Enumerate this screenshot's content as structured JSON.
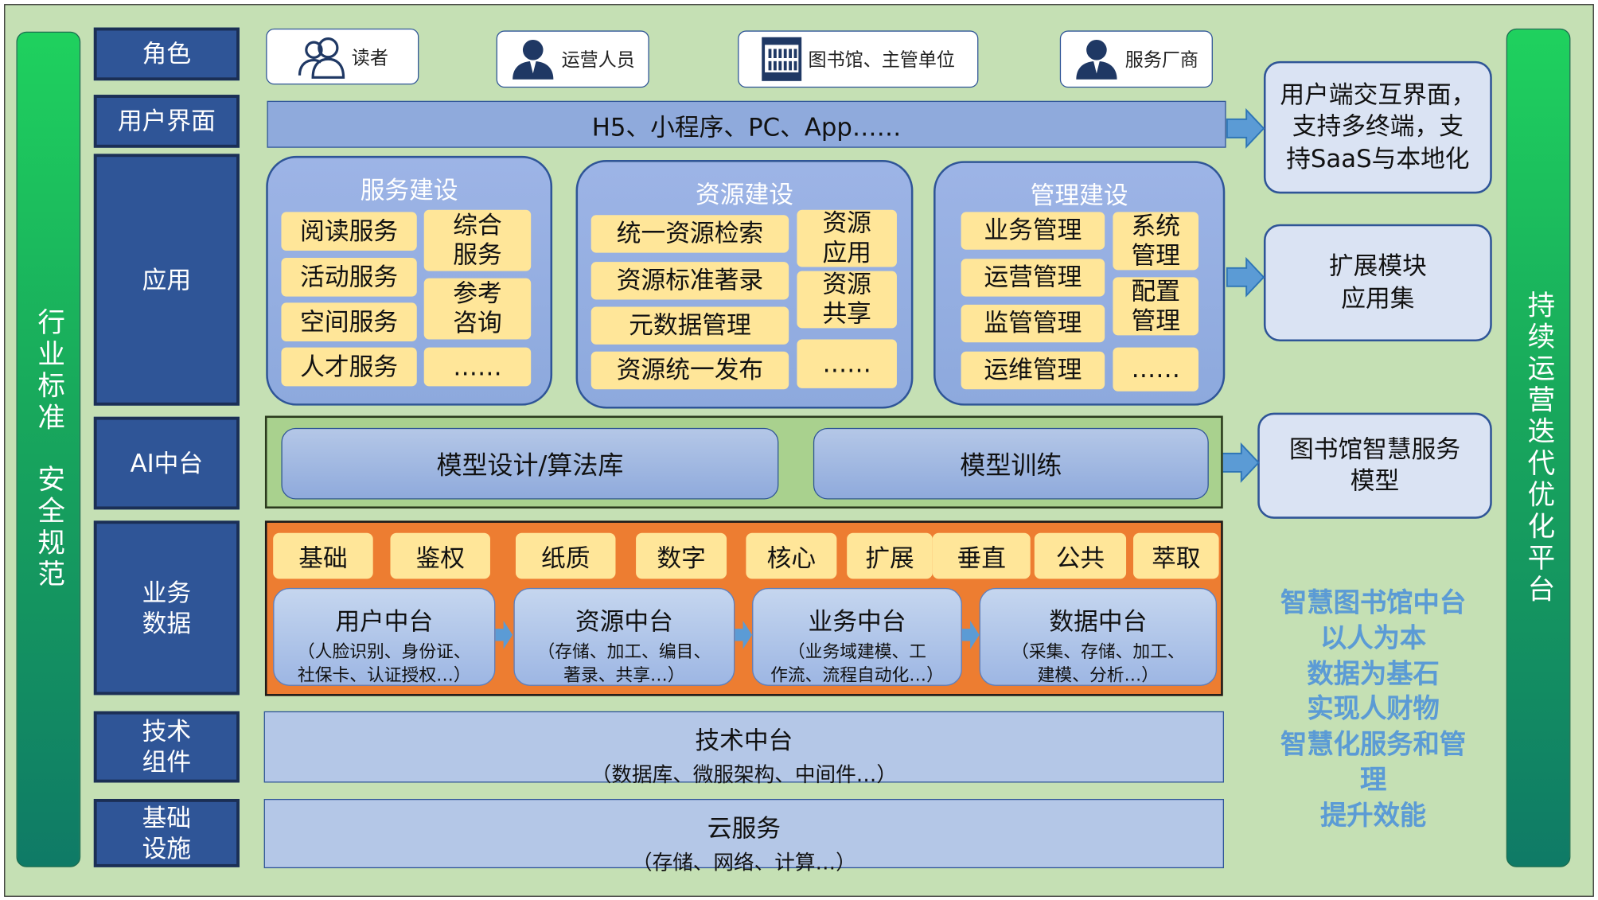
{
  "left_bar": {
    "line1": "行业标准",
    "line2": "安全规范"
  },
  "right_bar": {
    "text": "持续运营迭代优化平台"
  },
  "layers": {
    "role": "角色",
    "ui": "用户界面",
    "app": "应用",
    "ai": "AI中台",
    "biz": "业务\n数据",
    "tech": "技术\n组件",
    "infra": "基础\n设施"
  },
  "roles": [
    {
      "label": "读者",
      "icon": "group-user-icon"
    },
    {
      "label": "运营人员",
      "icon": "user-icon"
    },
    {
      "label": "图书馆、主管单位",
      "icon": "library-building-icon"
    },
    {
      "label": "服务厂商",
      "icon": "user-icon"
    }
  ],
  "ui_bar": {
    "text": "H5、小程序、PC、App……"
  },
  "side": {
    "ui_desc": "用户端交互界面，\n支持多终端，支\n持SaaS与本地化",
    "ext": "扩展模块\n应用集",
    "ai_model": "图书馆智慧服务\n模型"
  },
  "apps": {
    "service": {
      "title": "服务建设",
      "left": [
        "阅读服务",
        "活动服务",
        "空间服务",
        "人才服务"
      ],
      "right": [
        "综合\n服务",
        "参考\n咨询",
        "……"
      ]
    },
    "resource": {
      "title": "资源建设",
      "left": [
        "统一资源检索",
        "资源标准著录",
        "元数据管理",
        "资源统一发布"
      ],
      "right": [
        "资源\n应用",
        "资源\n共享",
        "……"
      ]
    },
    "manage": {
      "title": "管理建设",
      "left": [
        "业务管理",
        "运营管理",
        "监管管理",
        "运维管理"
      ],
      "right": [
        "系统\n管理",
        "配置\n管理",
        "……"
      ]
    }
  },
  "ai": {
    "box1": "模型设计/算法库",
    "box2": "模型训练"
  },
  "biz": {
    "tags": [
      "基础",
      "鉴权",
      "纸质",
      "数字",
      "核心",
      "扩展",
      "垂直",
      "公共",
      "萃取"
    ],
    "platforms": [
      {
        "title": "用户中台",
        "desc": "（人脸识别、身份证、\n社保卡、认证授权…）"
      },
      {
        "title": "资源中台",
        "desc": "（存储、加工、编目、\n著录、共享…）"
      },
      {
        "title": "业务中台",
        "desc": "（业务域建模、工\n作流、流程自动化…）"
      },
      {
        "title": "数据中台",
        "desc": "（采集、存储、加工、\n建模、分析…）"
      }
    ]
  },
  "tech": {
    "title": "技术中台",
    "desc": "（数据库、微服架构、中间件…）"
  },
  "infra": {
    "title": "云服务",
    "desc": "（存储、网络、计算…）"
  },
  "slogan": [
    "智慧图书馆中台",
    "以人为本",
    "数据为基石",
    "实现人财物",
    "智慧化服务和管",
    "理",
    "提升效能"
  ],
  "colors": {
    "layer_label": "#2f5597",
    "background": "#c5e0b4",
    "yellow": "#ffe699",
    "orange": "#ed7d31",
    "green_bar": "#1fd15e",
    "slogan": "#5b9bd5"
  }
}
